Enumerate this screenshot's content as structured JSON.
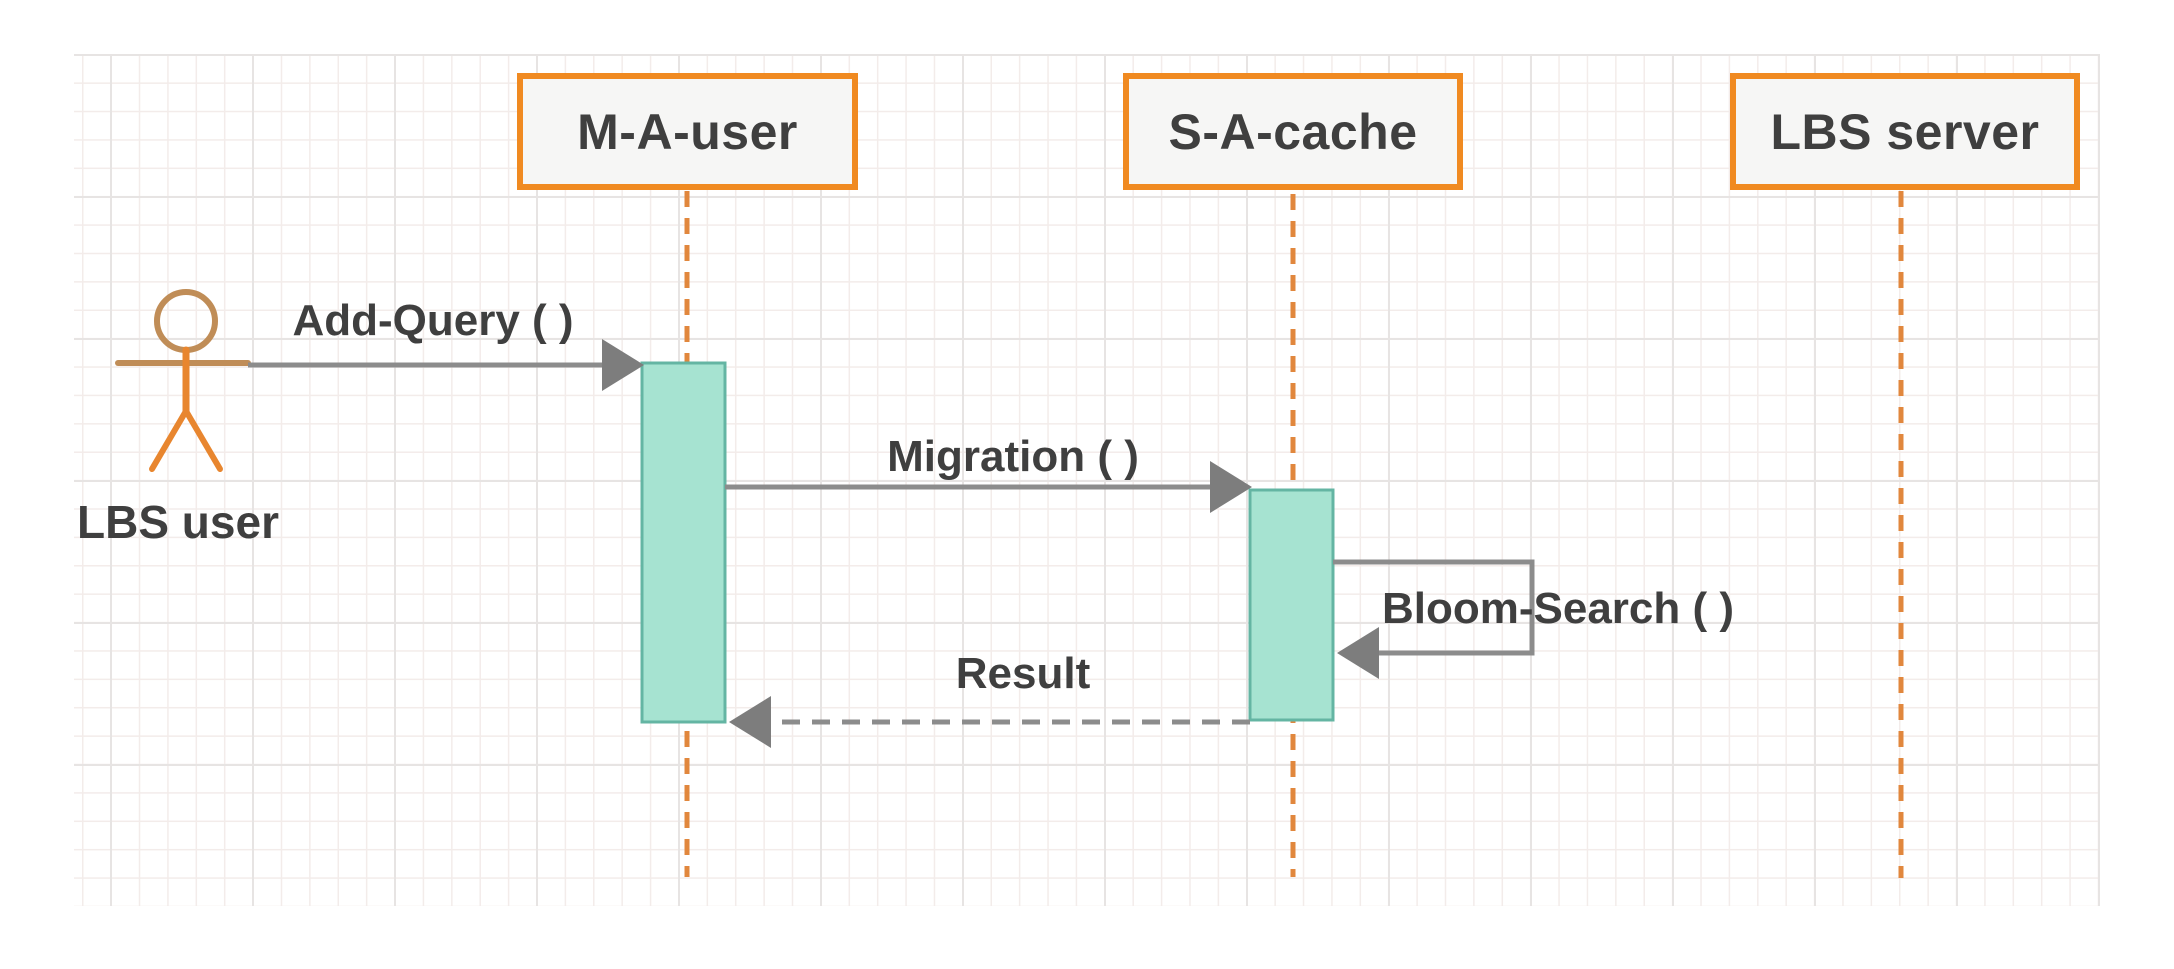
{
  "diagram": {
    "type": "uml-sequence",
    "actor": {
      "label": "LBS user"
    },
    "participants": [
      {
        "label": "M-A-user"
      },
      {
        "label": "S-A-cache"
      },
      {
        "label": "LBS server"
      }
    ],
    "messages": [
      {
        "label": "Add-Query ( )",
        "from": "LBS user",
        "to": "M-A-user",
        "line": "solid",
        "kind": "call"
      },
      {
        "label": "Migration ( )",
        "from": "M-A-user",
        "to": "S-A-cache",
        "line": "solid",
        "kind": "call"
      },
      {
        "label": "Bloom-Search ( )",
        "from": "S-A-cache",
        "to": "S-A-cache",
        "line": "solid",
        "kind": "self-call"
      },
      {
        "label": "Result",
        "from": "S-A-cache",
        "to": "M-A-user",
        "line": "dashed",
        "kind": "return"
      }
    ],
    "theme": {
      "canvas-bg": "#ffffff",
      "grid-minor": "#f3ecea",
      "grid-major": "#e7e4e3",
      "accent-orange": "#f08a21",
      "lifeline-orange": "#e1873d",
      "actor-tan": "#c08d57",
      "actor-orange": "#e8862f",
      "box-fill": "#f6f6f5",
      "activation-fill": "#a6e3d1",
      "activation-border": "#64b5a3",
      "arrow-gray": "#8c8c8c",
      "arrowhead-gray": "#7d7d7d",
      "text-dark": "#3f3f3f"
    }
  }
}
